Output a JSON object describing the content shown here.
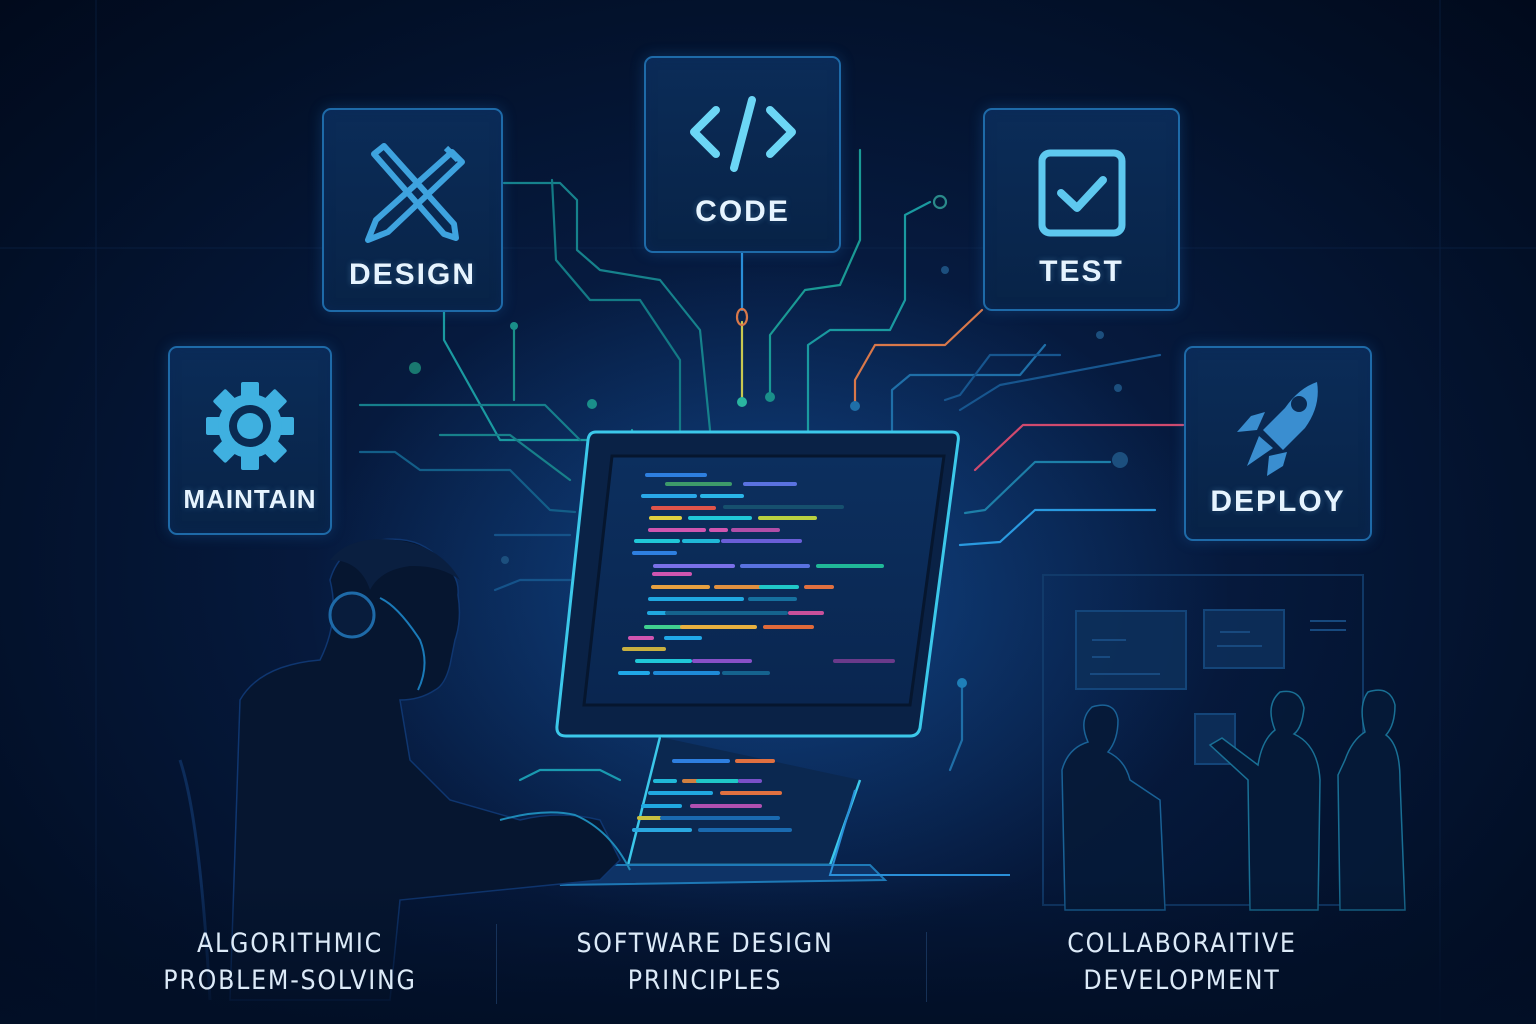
{
  "theme": {
    "background": "#02102a",
    "card_border": "#1e6aa8",
    "icon_blue": "#3ea3df",
    "icon_cyan": "#6cd6f5",
    "label_color": "#e6f4ff",
    "circuit_teal": "#1fb3a5",
    "circuit_blue": "#2a8fd8",
    "circuit_orange": "#d9784a",
    "circuit_pink": "#d04a6e"
  },
  "stages": {
    "design": {
      "label": "DESIGN",
      "icon": "pencils-crossed-icon"
    },
    "code": {
      "label": "CODE",
      "icon": "code-brackets-icon"
    },
    "test": {
      "label": "TEST",
      "icon": "checkbox-icon"
    },
    "maintain": {
      "label": "MAINTAIN",
      "icon": "gear-icon"
    },
    "deploy": {
      "label": "DEPLOY",
      "icon": "rocket-icon"
    }
  },
  "captions": {
    "left": {
      "line1": "ALGORITHMIC",
      "line2": "PROBLEM-SOLVING"
    },
    "center": {
      "line1": "SOFTWARE DESIGN",
      "line2": "PRINCIPLES"
    },
    "right": {
      "line1": "COLLABORAITIVE",
      "line2": "DEVELOPMENT"
    }
  },
  "scene": {
    "monitor": "code-editor-monitor",
    "laptop": "laptop-with-code",
    "developer": "developer-with-headphones",
    "team": "team-collaboration-whiteboard"
  }
}
